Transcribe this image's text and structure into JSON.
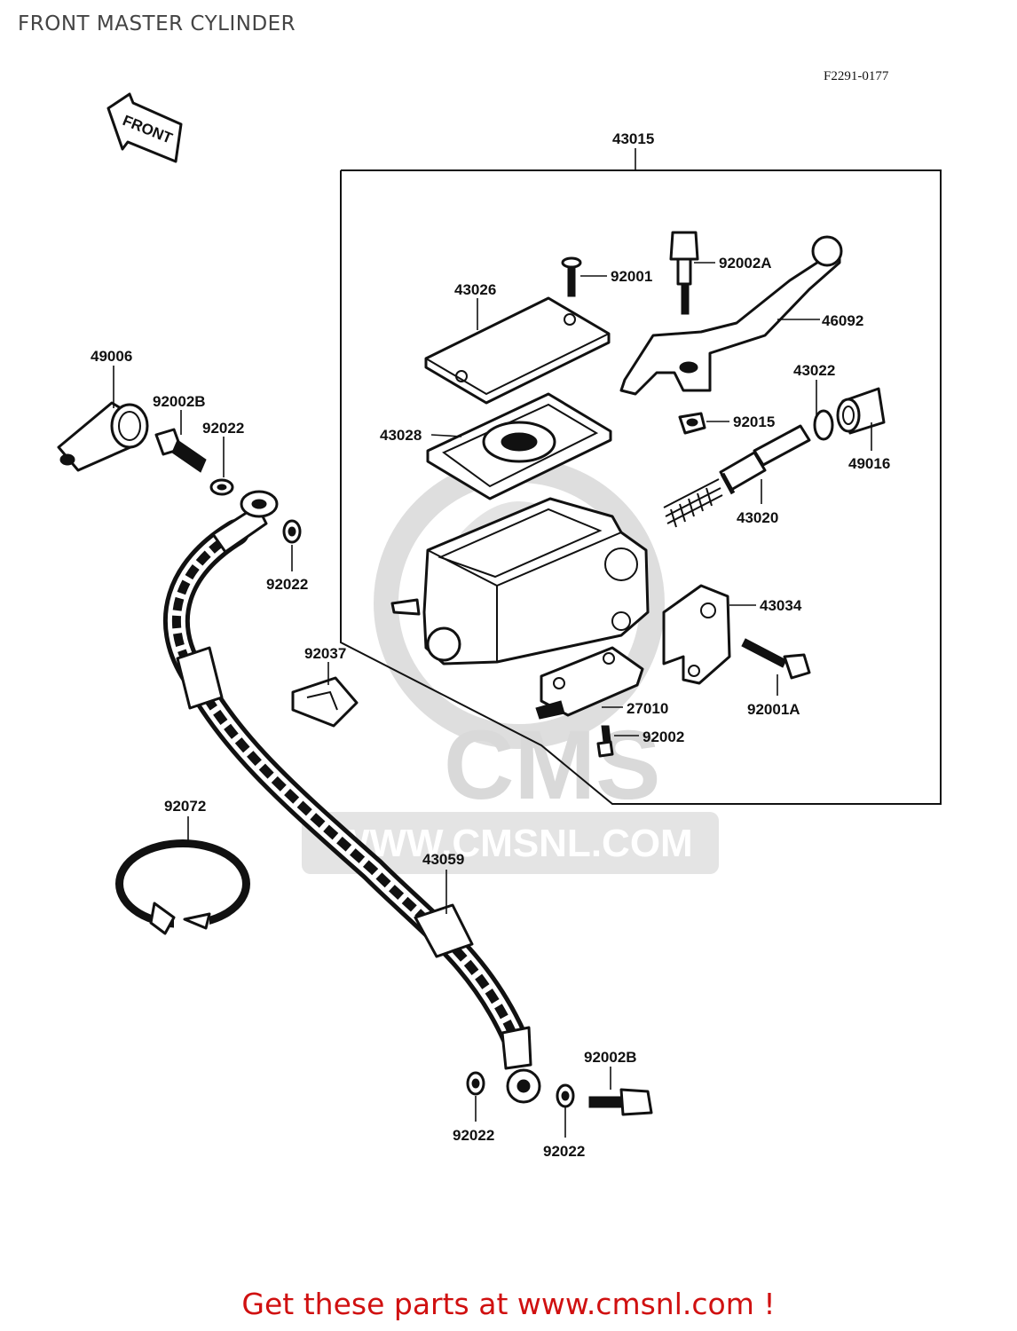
{
  "title": "FRONT MASTER CYLINDER",
  "diagram_code": "F2291-0177",
  "front_arrow": "FRONT",
  "watermark": {
    "logo": "CMS",
    "url": "WWW.CMSNL.COM"
  },
  "labels": {
    "l43015": "43015",
    "l92001": "92001",
    "l92002a": "92002A",
    "l43026": "43026",
    "l46092": "46092",
    "l49006": "49006",
    "l43022": "43022",
    "l92002b_top": "92002B",
    "l92022_a": "92022",
    "l43028": "43028",
    "l92015": "92015",
    "l49016": "49016",
    "l43020": "43020",
    "l92022_b": "92022",
    "l43034": "43034",
    "l92037": "92037",
    "l27010": "27010",
    "l92001a": "92001A",
    "l92002": "92002",
    "l92072": "92072",
    "l43059": "43059",
    "l92002b_bottom": "92002B",
    "l92022_c": "92022",
    "l92022_d": "92022"
  },
  "footer": "Get these parts at www.cmsnl.com !",
  "colors": {
    "footer": "#d01010",
    "lines": "#111111",
    "watermark": "#d9d9d9"
  }
}
